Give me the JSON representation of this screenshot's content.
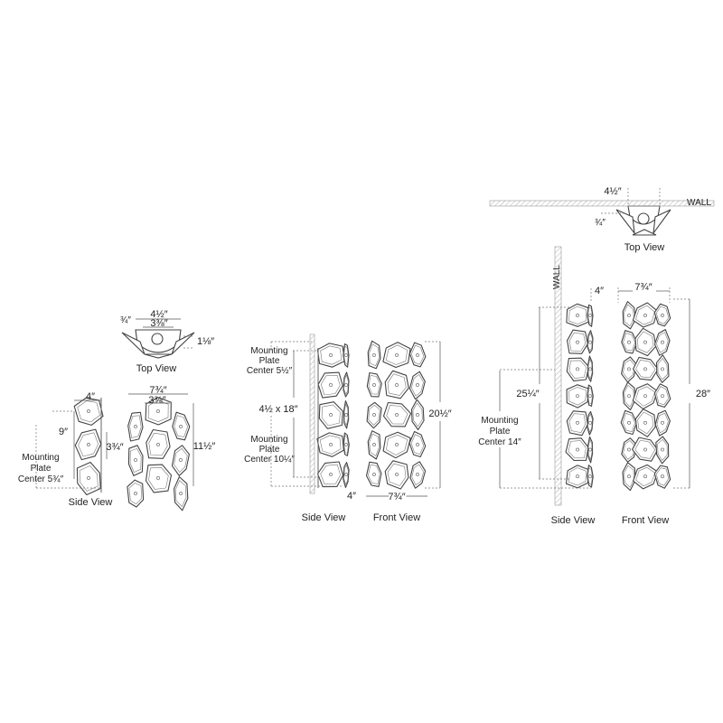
{
  "small": {
    "top_view": {
      "title": "Top View",
      "dim_width": "4½″",
      "dim_inner": "3⅜″",
      "dim_offset": "¾″",
      "dim_depth": "1⅛″"
    },
    "side_view": {
      "title": "Side View",
      "dim_depth": "4″",
      "dim_height": "9″",
      "dim_plate": "3¾″",
      "mounting_line1": "Mounting",
      "mounting_line2": "Plate",
      "mounting_line3": "Center 5¾″"
    },
    "front_view": {
      "dim_width": "7¾″",
      "dim_inner": "3⅜″",
      "dim_height": "11½″"
    }
  },
  "medium": {
    "side_view": {
      "title": "Side View",
      "mount_top_line1": "Mounting",
      "mount_top_line2": "Plate",
      "mount_top_line3": "Center 5½″",
      "plate_size": "4½ x 18″",
      "mount_bot_line1": "Mounting",
      "mount_bot_line2": "Plate",
      "mount_bot_line3": "Center 10¼″",
      "dim_depth": "4″"
    },
    "front_view": {
      "title": "Front View",
      "dim_height": "20½″",
      "dim_width": "7¾″"
    }
  },
  "large": {
    "top_view": {
      "title": "Top View",
      "dim_width": "4½″",
      "dim_offset": "¾″",
      "wall_tag": "WALL"
    },
    "side_view": {
      "title": "Side View",
      "dim_depth": "4″",
      "dim_height": "25¼″",
      "mounting_line1": "Mounting",
      "mounting_line2": "Plate",
      "mounting_line3": "Center 14″",
      "wall_tag": "WALL"
    },
    "front_view": {
      "title": "Front View",
      "dim_width": "7¾″",
      "dim_height": "28″"
    }
  }
}
